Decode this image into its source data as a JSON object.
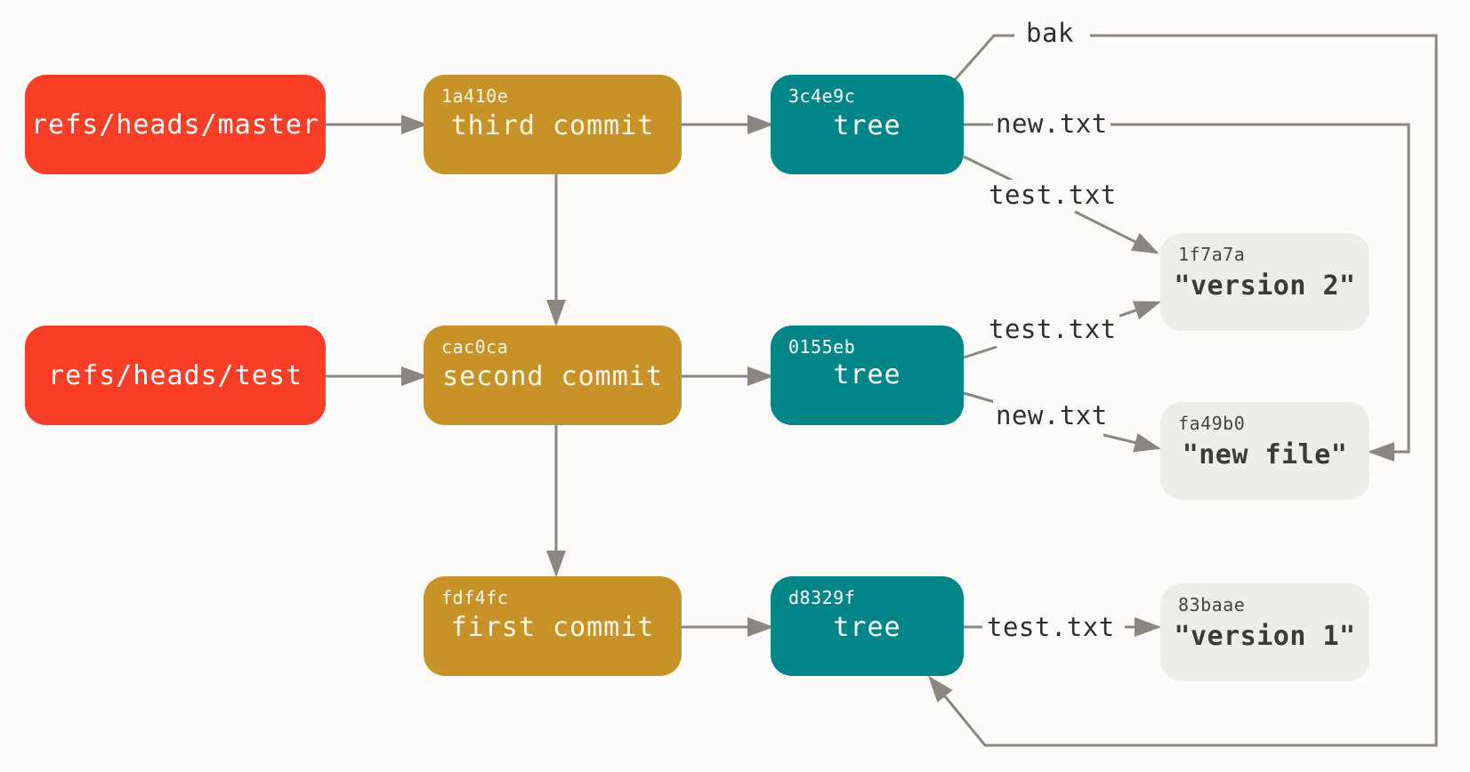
{
  "refs": {
    "master": "refs/heads/master",
    "test": "refs/heads/test"
  },
  "commits": {
    "third": {
      "hash": "1a410e",
      "label": "third commit"
    },
    "second": {
      "hash": "cac0ca",
      "label": "second commit"
    },
    "first": {
      "hash": "fdf4fc",
      "label": "first commit"
    }
  },
  "trees": {
    "top": {
      "hash": "3c4e9c",
      "label": "tree"
    },
    "middle": {
      "hash": "0155eb",
      "label": "tree"
    },
    "bottom": {
      "hash": "d8329f",
      "label": "tree"
    }
  },
  "blobs": {
    "v2": {
      "hash": "1f7a7a",
      "label": "\"version 2\""
    },
    "newfile": {
      "hash": "fa49b0",
      "label": "\"new file\""
    },
    "v1": {
      "hash": "83baae",
      "label": "\"version 1\""
    }
  },
  "edge_labels": {
    "bak": "bak",
    "top_new": "new.txt",
    "top_test": "test.txt",
    "mid_test": "test.txt",
    "mid_new": "new.txt",
    "bottom_test": "test.txt"
  },
  "colors": {
    "ref": "#f93e28",
    "commit": "#c79227",
    "tree": "#008689",
    "blob": "#ededea",
    "edge": "#8a8680"
  }
}
